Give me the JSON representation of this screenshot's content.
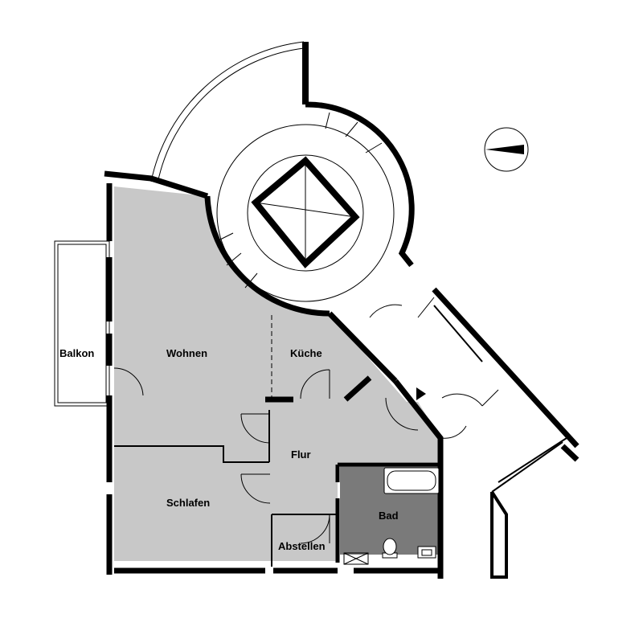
{
  "plan": {
    "colors": {
      "wall": "#000000",
      "room_fill": "#c8c8c8",
      "bath_fill": "#7a7a7a",
      "background": "#ffffff"
    },
    "rooms": {
      "balkon": "Balkon",
      "wohnen": "Wohnen",
      "kueche": "Küche",
      "flur": "Flur",
      "schlafen": "Schlafen",
      "bad": "Bad",
      "abstellen": "Abstellen"
    },
    "icons": [
      "north-arrow-icon",
      "stair-icon",
      "bathtub-icon",
      "toilet-icon",
      "sink-icon",
      "door-swing-icon"
    ]
  }
}
